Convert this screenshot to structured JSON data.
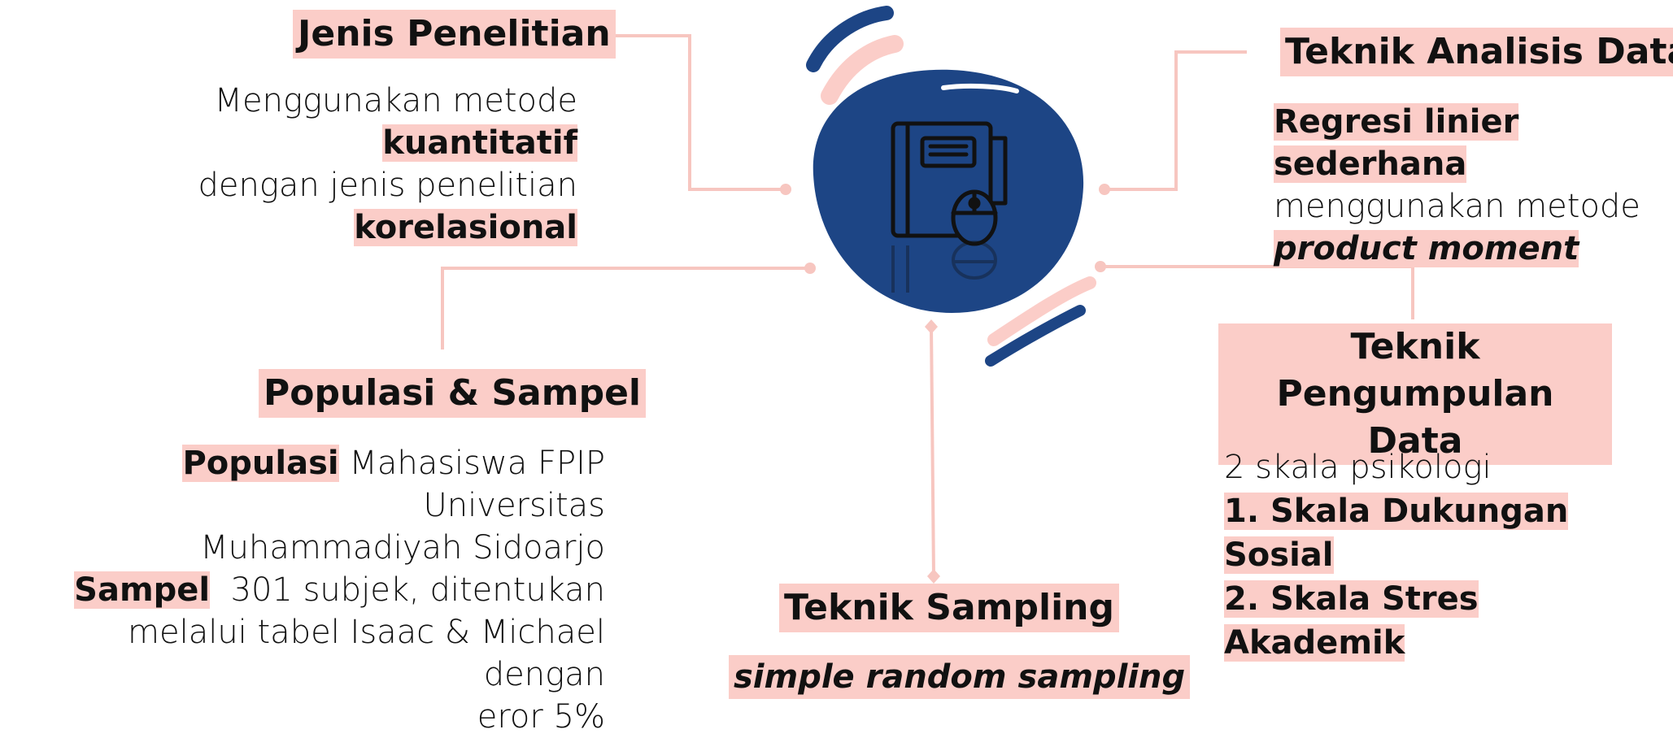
{
  "colors": {
    "accent": "#fbcdc8",
    "navy": "#1d4585",
    "line": "#f7c6c0",
    "text": "#111111"
  },
  "center_icon": "book-with-mouse-icon",
  "jenis": {
    "title": "Jenis Penelitian",
    "line1_pre": "Menggunakan metode ",
    "line1_bold": "kuantitatif",
    "line2": "dengan jenis penelitian",
    "line3_bold": "korelasional"
  },
  "analisis": {
    "title": "Teknik Analisis Data",
    "line1_bold": "Regresi linier sederhana",
    "line2": "menggunakan metode",
    "line3_bi": "product moment"
  },
  "populasi": {
    "title": "Populasi & Sampel",
    "pop_label": "Populasi",
    "pop_text": " Mahasiswa FPIP Universitas",
    "pop_text2": "Muhammadiyah Sidoarjo",
    "sampel_label": "Sampel",
    "sampel_text": "  301 subjek, ditentukan",
    "line4": "melalui tabel Isaac & Michael dengan",
    "line5": "eror 5%"
  },
  "pengumpulan": {
    "title_line1": "Teknik Pengumpulan",
    "title_line2": "Data",
    "intro": "2 skala psikologi",
    "item1": "1. Skala Dukungan Sosial",
    "item2": "2. Skala Stres Akademik"
  },
  "sampling": {
    "title": "Teknik Sampling",
    "method": "simple random sampling"
  }
}
